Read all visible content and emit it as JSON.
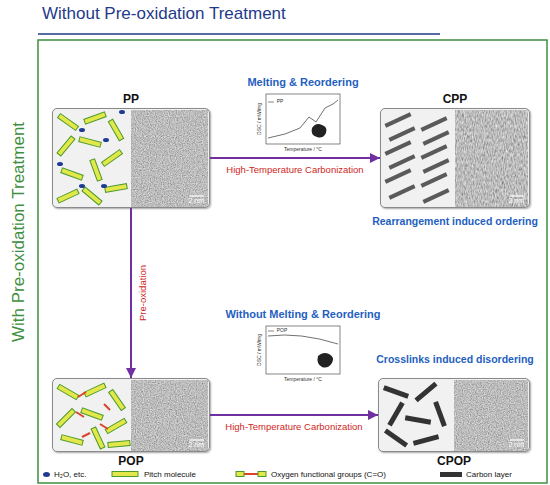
{
  "diagram": {
    "title": "Without Pre-oxidation Treatment",
    "nodes": [
      {
        "text": [
          "PP",
          "2 nm"
        ]
      },
      {
        "text": [
          "CPP",
          "2 nm"
        ]
      },
      {
        "text": [
          "POP",
          "2 nm"
        ]
      },
      {
        "text": [
          "CPOP",
          "2 nm"
        ]
      }
    ],
    "edges": [
      {
        "from": 0,
        "to": 1,
        "label": "High-Temperature Carbonization",
        "arrow": "to"
      },
      {
        "from": 0,
        "to": 2,
        "label": "Pre-oxidation",
        "arrow": "to"
      },
      {
        "from": 2,
        "to": 3,
        "label": "High-Temperature Carbonization",
        "arrow": "to"
      }
    ],
    "labels": [
      "Melting & Reordering",
      "Rearrangement induced ordering",
      "Without Melting & Reordering",
      "Crosslinks induced disordering",
      "DSC / mW/mg",
      "Temperature / °C",
      "PP",
      "DSC / mW/mg",
      "Temperature / °C",
      "POP",
      "With Pre-oxidation Treatment"
    ],
    "legend": [
      {
        "text": "H₂O, etc.",
        "color": "#1f3a93"
      },
      {
        "text": "Pitch molecule"
      },
      {
        "text": "Oxygen functional groups (C=O)"
      },
      {
        "text": "Carbon layer",
        "color": "#333333"
      }
    ]
  }
}
